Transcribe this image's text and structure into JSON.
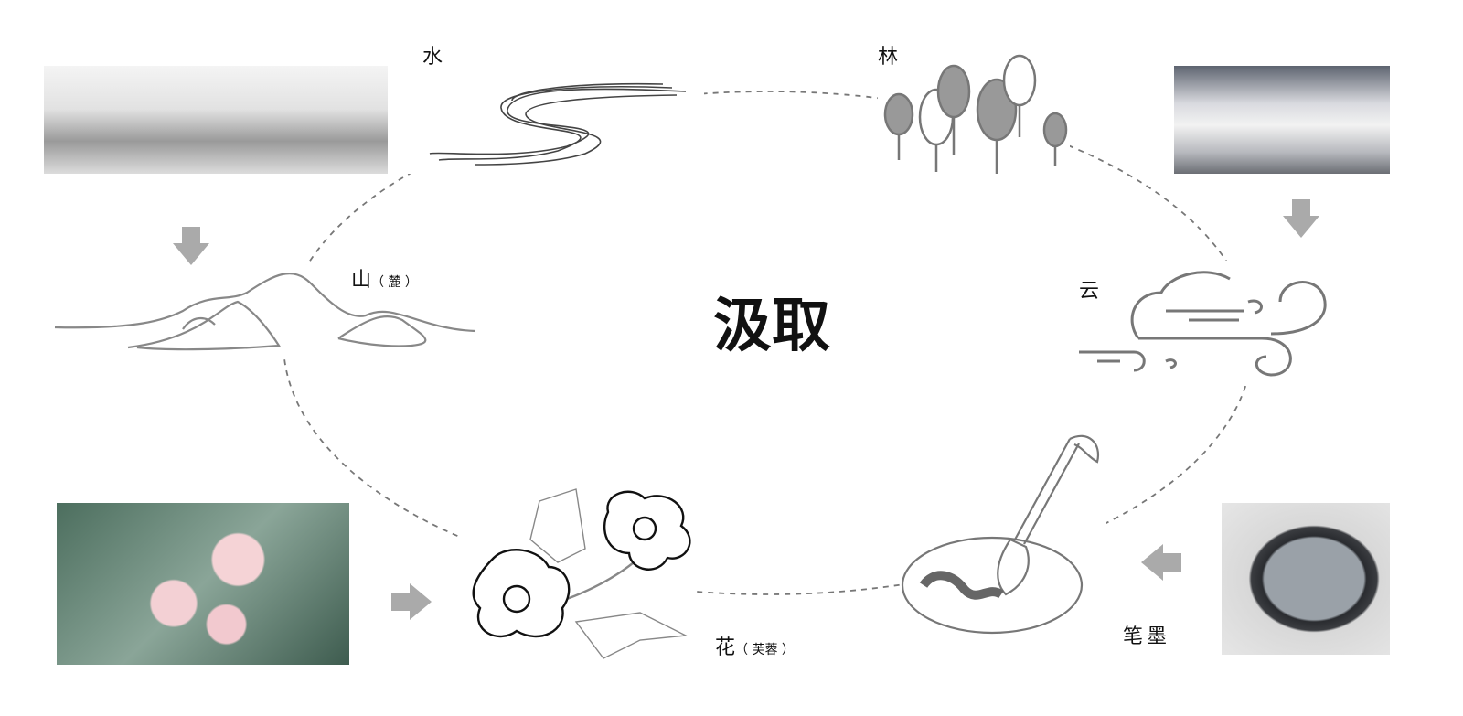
{
  "title": "汲取",
  "labels": {
    "water": "水",
    "forest": "林",
    "mountain": "山",
    "mountain_sub": "（ 麓 ）",
    "cloud": "云",
    "ink": "笔墨",
    "flower": "花",
    "flower_sub": "（ 芙蓉 ）"
  },
  "colors": {
    "line": "#777777",
    "arrow": "#aaaaaa",
    "ink": "#111111"
  }
}
